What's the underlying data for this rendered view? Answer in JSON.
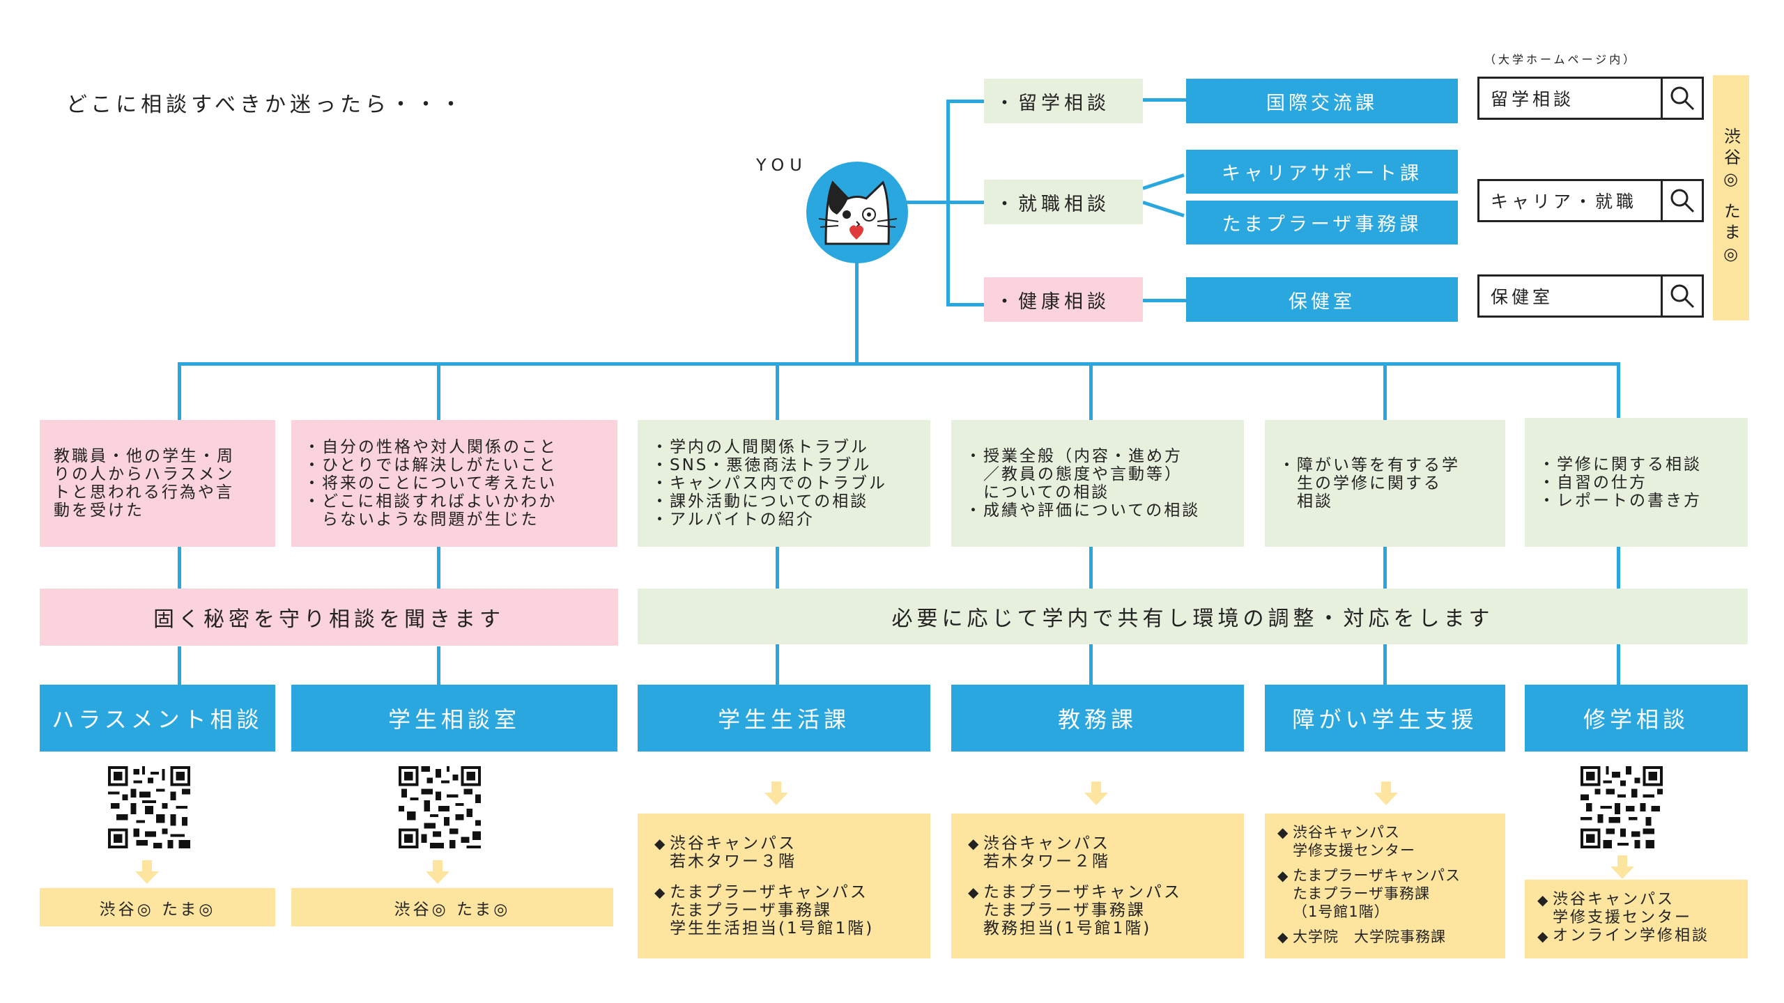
{
  "header": {
    "question": "どこに相談すべきか迷ったら・・・",
    "you_label": "YOU",
    "homepage_note": "（大学ホームページ内）",
    "campus_side_label": "渋谷◎ たま◎"
  },
  "top_branch": {
    "categories": [
      {
        "label": "・留学相談"
      },
      {
        "label": "・就職相談"
      },
      {
        "label": "・健康相談"
      }
    ],
    "departments": [
      {
        "label": "国際交流課"
      },
      {
        "label": "キャリアサポート課"
      },
      {
        "label": "たまプラーザ事務課"
      },
      {
        "label": "保健室"
      }
    ],
    "searches": [
      {
        "label": "留学相談",
        "icon": "search-icon"
      },
      {
        "label": "キャリア・就職",
        "icon": "search-icon"
      },
      {
        "label": "保健室",
        "icon": "search-icon"
      }
    ]
  },
  "columns": [
    {
      "description": [
        "教職員・他の学生・周",
        "りの人からハラスメン",
        "トと思われる行為や言",
        "動を受けた"
      ],
      "department": "ハラスメント相談",
      "location": "渋谷◎ たま◎"
    },
    {
      "description": [
        "・自分の性格や対人関係のこと",
        "・ひとりでは解決しがたいこと",
        "・将来のことについて考えたい",
        "・どこに相談すればよいかわか",
        "　らないような問題が生じた"
      ],
      "department": "学生相談室",
      "location": "渋谷◎ たま◎"
    },
    {
      "description": [
        "・学内の人間関係トラブル",
        "・SNS・悪徳商法トラブル",
        "・キャンパス内でのトラブル",
        "・課外活動についての相談",
        "・アルバイトの紹介"
      ],
      "department": "学生生活課",
      "locations": [
        [
          "渋谷キャンパス",
          "若木タワー３階"
        ],
        [
          "たまプラーザキャンパス",
          "たまプラーザ事務課",
          "学生生活担当(1号館1階)"
        ]
      ]
    },
    {
      "description": [
        "・授業全般（内容・進め方",
        "　／教員の態度や言動等）",
        "　についての相談",
        "・成績や評価についての相談"
      ],
      "department": "教務課",
      "locations": [
        [
          "渋谷キャンパス",
          "若木タワー２階"
        ],
        [
          "たまプラーザキャンパス",
          "たまプラーザ事務課",
          "教務担当(1号館1階)"
        ]
      ]
    },
    {
      "description": [
        "・障がい等を有する学",
        "　生の学修に関する",
        "　相談"
      ],
      "department": "障がい学生支援",
      "locations": [
        [
          "渋谷キャンパス",
          "学修支援センター"
        ],
        [
          "たまプラーザキャンパス",
          "たまプラーザ事務課",
          "（1号館1階）"
        ],
        [
          "大学院　大学院事務課"
        ]
      ]
    },
    {
      "description": [
        "・学修に関する相談",
        "・自習の仕方",
        "・レポートの書き方"
      ],
      "department": "修学相談",
      "locations": [
        [
          "渋谷キャンパス",
          "学修支援センター"
        ],
        [
          "オンライン学修相談"
        ]
      ]
    }
  ],
  "bands": {
    "confidential": "固く秘密を守り相談を聞きます",
    "shared": "必要に応じて学内で共有し環境の調整・対応をします"
  },
  "colors": {
    "blue": "#2aa7df",
    "pink": "#fbd3dc",
    "green": "#e6f0dc",
    "yellow": "#fde5a0"
  }
}
